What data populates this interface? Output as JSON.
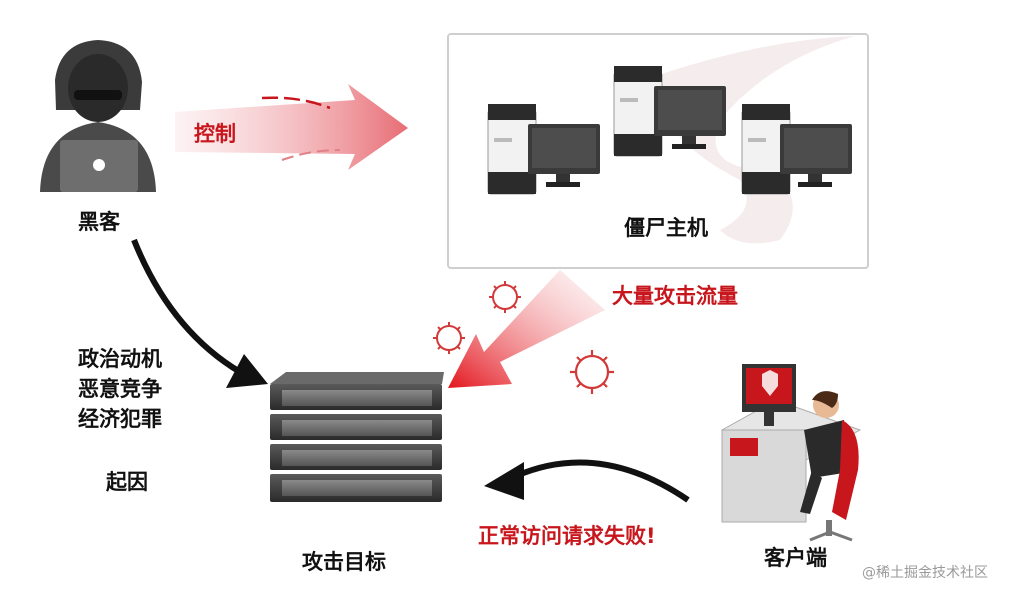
{
  "labels": {
    "hacker": "黑客",
    "control": "控制",
    "botnet": "僵尸主机",
    "traffic": "大量攻击流量",
    "target": "攻击目标",
    "client": "客户端",
    "failed_request": "正常访问请求失败!"
  },
  "causes": {
    "items": [
      "政治动机",
      "恶意竞争",
      "经济犯罪"
    ],
    "title": "起因"
  },
  "watermark": "@稀土掘金技术社区",
  "colors": {
    "accent_red": "#c8161d",
    "arrow_black": "#111111",
    "box_border": "#cfcfcf"
  }
}
